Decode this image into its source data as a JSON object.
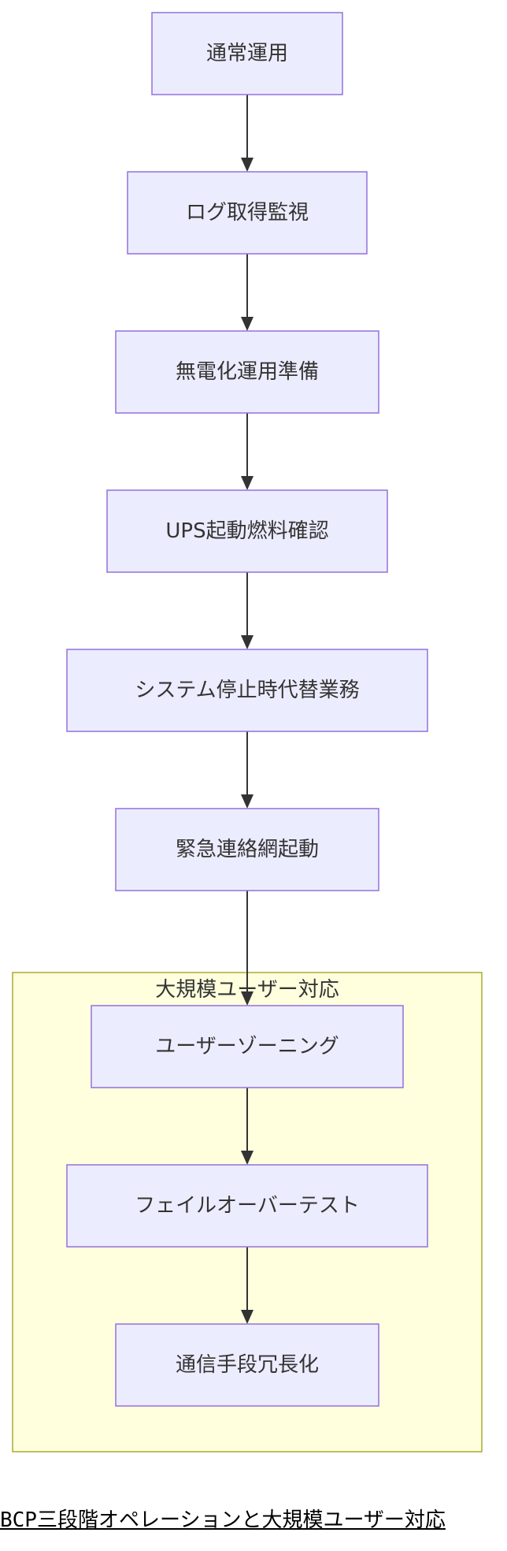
{
  "nodes": [
    {
      "id": "n1",
      "label": "通常運用"
    },
    {
      "id": "n2",
      "label": "ログ取得監視"
    },
    {
      "id": "n3",
      "label": "無電化運用準備"
    },
    {
      "id": "n4",
      "label": "UPS起動燃料確認"
    },
    {
      "id": "n5",
      "label": "システム停止時代替業務"
    },
    {
      "id": "n6",
      "label": "緊急連絡網起動"
    },
    {
      "id": "n7",
      "label": "ユーザーゾーニング"
    },
    {
      "id": "n8",
      "label": "フェイルオーバーテスト"
    },
    {
      "id": "n9",
      "label": "通信手段冗長化"
    }
  ],
  "edges": [
    {
      "from": "n1",
      "to": "n2"
    },
    {
      "from": "n2",
      "to": "n3"
    },
    {
      "from": "n3",
      "to": "n4"
    },
    {
      "from": "n4",
      "to": "n5"
    },
    {
      "from": "n5",
      "to": "n6"
    },
    {
      "from": "n6",
      "to": "n7"
    },
    {
      "from": "n7",
      "to": "n8"
    },
    {
      "from": "n8",
      "to": "n9"
    }
  ],
  "group": {
    "label": "大規模ユーザー対応",
    "members": [
      "n7",
      "n8",
      "n9"
    ]
  },
  "caption": "BCP三段階オペレーションと大規模ユーザー対応",
  "colors": {
    "node_fill": "#ececff",
    "node_stroke": "#9370db",
    "group_fill": "#ffffde",
    "group_stroke": "#aaaa33",
    "edge": "#333333"
  }
}
